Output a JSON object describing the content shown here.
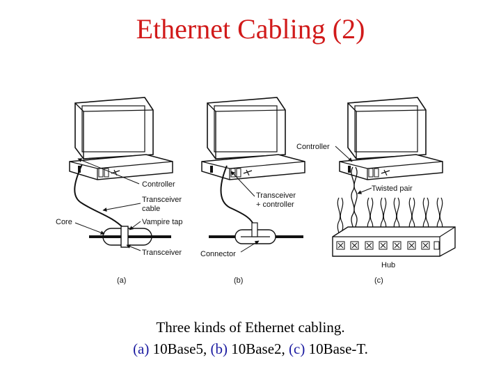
{
  "title": "Ethernet Cabling (2)",
  "labels": {
    "controller_a": "Controller",
    "transceiver_cable_1": "Transceiver",
    "transceiver_cable_2": "cable",
    "vampire_tap": "Vampire tap",
    "core": "Core",
    "transceiver_a": "Transceiver",
    "transceiver_controller_1": "Transceiver",
    "transceiver_controller_2": "+ controller",
    "connector": "Connector",
    "controller_c": "Controller",
    "twisted_pair": "Twisted pair",
    "hub": "Hub"
  },
  "panel_labels": [
    "(a)",
    "(b)",
    "(c)"
  ],
  "caption": {
    "line1": "Three kinds of Ethernet cabling.",
    "a": "(a)",
    "a_text": " 10Base5, ",
    "b": "(b)",
    "b_text": " 10Base2, ",
    "c": "(c)",
    "c_text": " 10Base-T."
  }
}
